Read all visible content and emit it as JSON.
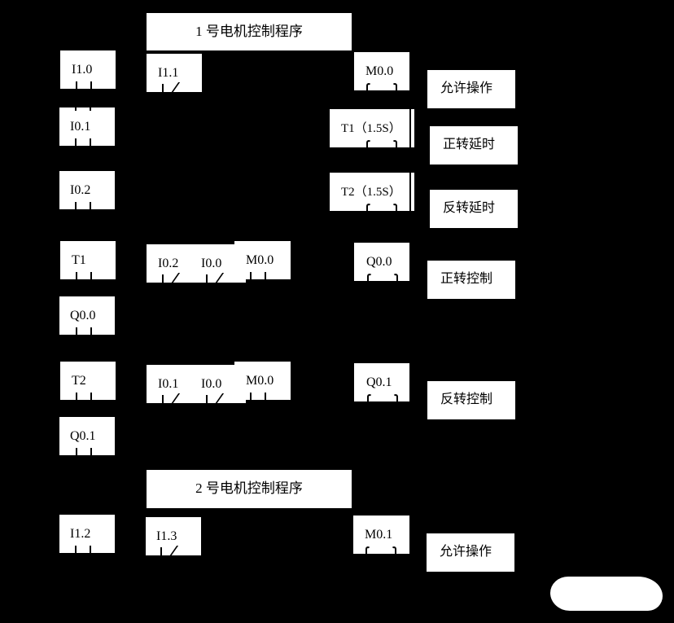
{
  "sections": [
    {
      "title": "1 号电机控制程序"
    },
    {
      "title": "2 号电机控制程序"
    }
  ],
  "rungs": [
    {
      "id": "rung1",
      "contacts": [
        {
          "address": "I1.0",
          "type": "normally-open"
        },
        {
          "address": "I1.1",
          "type": "normally-closed"
        }
      ],
      "coil": {
        "address": "M0.0"
      },
      "note": "允许操作"
    },
    {
      "id": "rung2",
      "contacts": [
        {
          "address": "I0.1",
          "type": "normally-open"
        }
      ],
      "coil": {
        "address": "T1（1.5S）",
        "type": "timer"
      },
      "note": "正转延时"
    },
    {
      "id": "rung3",
      "contacts": [
        {
          "address": "I0.2",
          "type": "normally-open"
        }
      ],
      "coil": {
        "address": "T2（1.5S）",
        "type": "timer"
      },
      "note": "反转延时"
    },
    {
      "id": "rung4",
      "contacts": [
        {
          "address": "T1",
          "type": "normally-open"
        },
        {
          "address": "I0.2",
          "type": "normally-closed"
        },
        {
          "address": "I0.0",
          "type": "normally-closed"
        },
        {
          "address": "M0.0",
          "type": "normally-open"
        }
      ],
      "parallel": {
        "address": "Q0.0",
        "type": "normally-open"
      },
      "coil": {
        "address": "Q0.0"
      },
      "note": "正转控制"
    },
    {
      "id": "rung5",
      "contacts": [
        {
          "address": "T2",
          "type": "normally-open"
        },
        {
          "address": "I0.1",
          "type": "normally-closed"
        },
        {
          "address": "I0.0",
          "type": "normally-closed"
        },
        {
          "address": "M0.0",
          "type": "normally-open"
        }
      ],
      "parallel": {
        "address": "Q0.1",
        "type": "normally-open"
      },
      "coil": {
        "address": "Q0.1"
      },
      "note": "反转控制"
    },
    {
      "id": "rung6",
      "contacts": [
        {
          "address": "I1.2",
          "type": "normally-open"
        },
        {
          "address": "I1.3",
          "type": "normally-closed"
        }
      ],
      "coil": {
        "address": "M0.1"
      },
      "note": "允许操作"
    }
  ],
  "colors": {
    "background": "#000000",
    "box": "#ffffff",
    "text": "#000000"
  }
}
